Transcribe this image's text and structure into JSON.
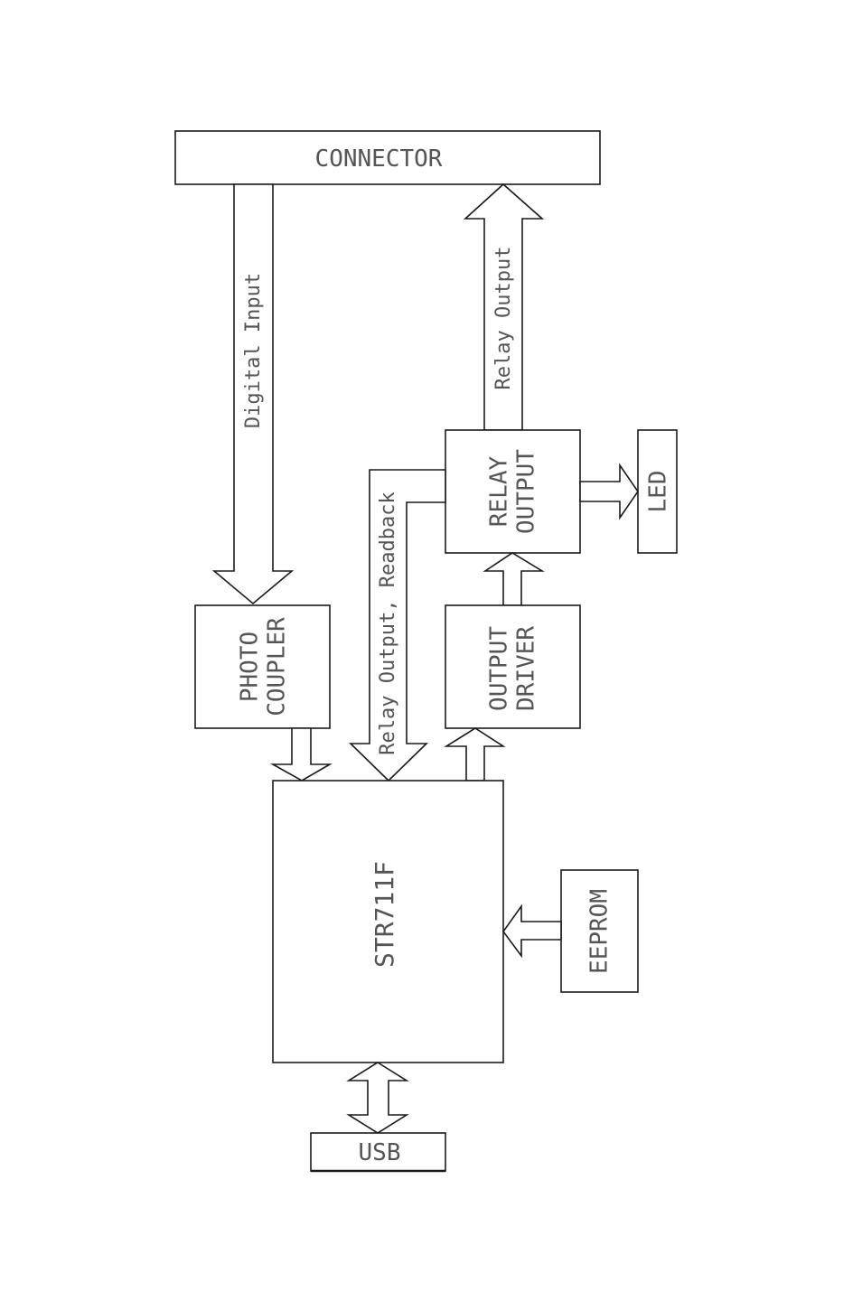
{
  "blocks": {
    "connector": "CONNECTOR",
    "photo_coupler_line1": "PHOTO",
    "photo_coupler_line2": "COUPLER",
    "relay_output_line1": "RELAY",
    "relay_output_line2": "OUTPUT",
    "output_driver_line1": "OUTPUT",
    "output_driver_line2": "DRIVER",
    "led": "LED",
    "mcu": "STR711F",
    "eeprom": "EEPROM",
    "usb": "USB"
  },
  "signals": {
    "digital_input": "Digital Input",
    "relay_output": "Relay Output",
    "relay_output_readback": "Relay Output, Readback"
  },
  "colors": {
    "stroke": "#1a1a1a",
    "text": "#555555",
    "background": "#ffffff"
  }
}
